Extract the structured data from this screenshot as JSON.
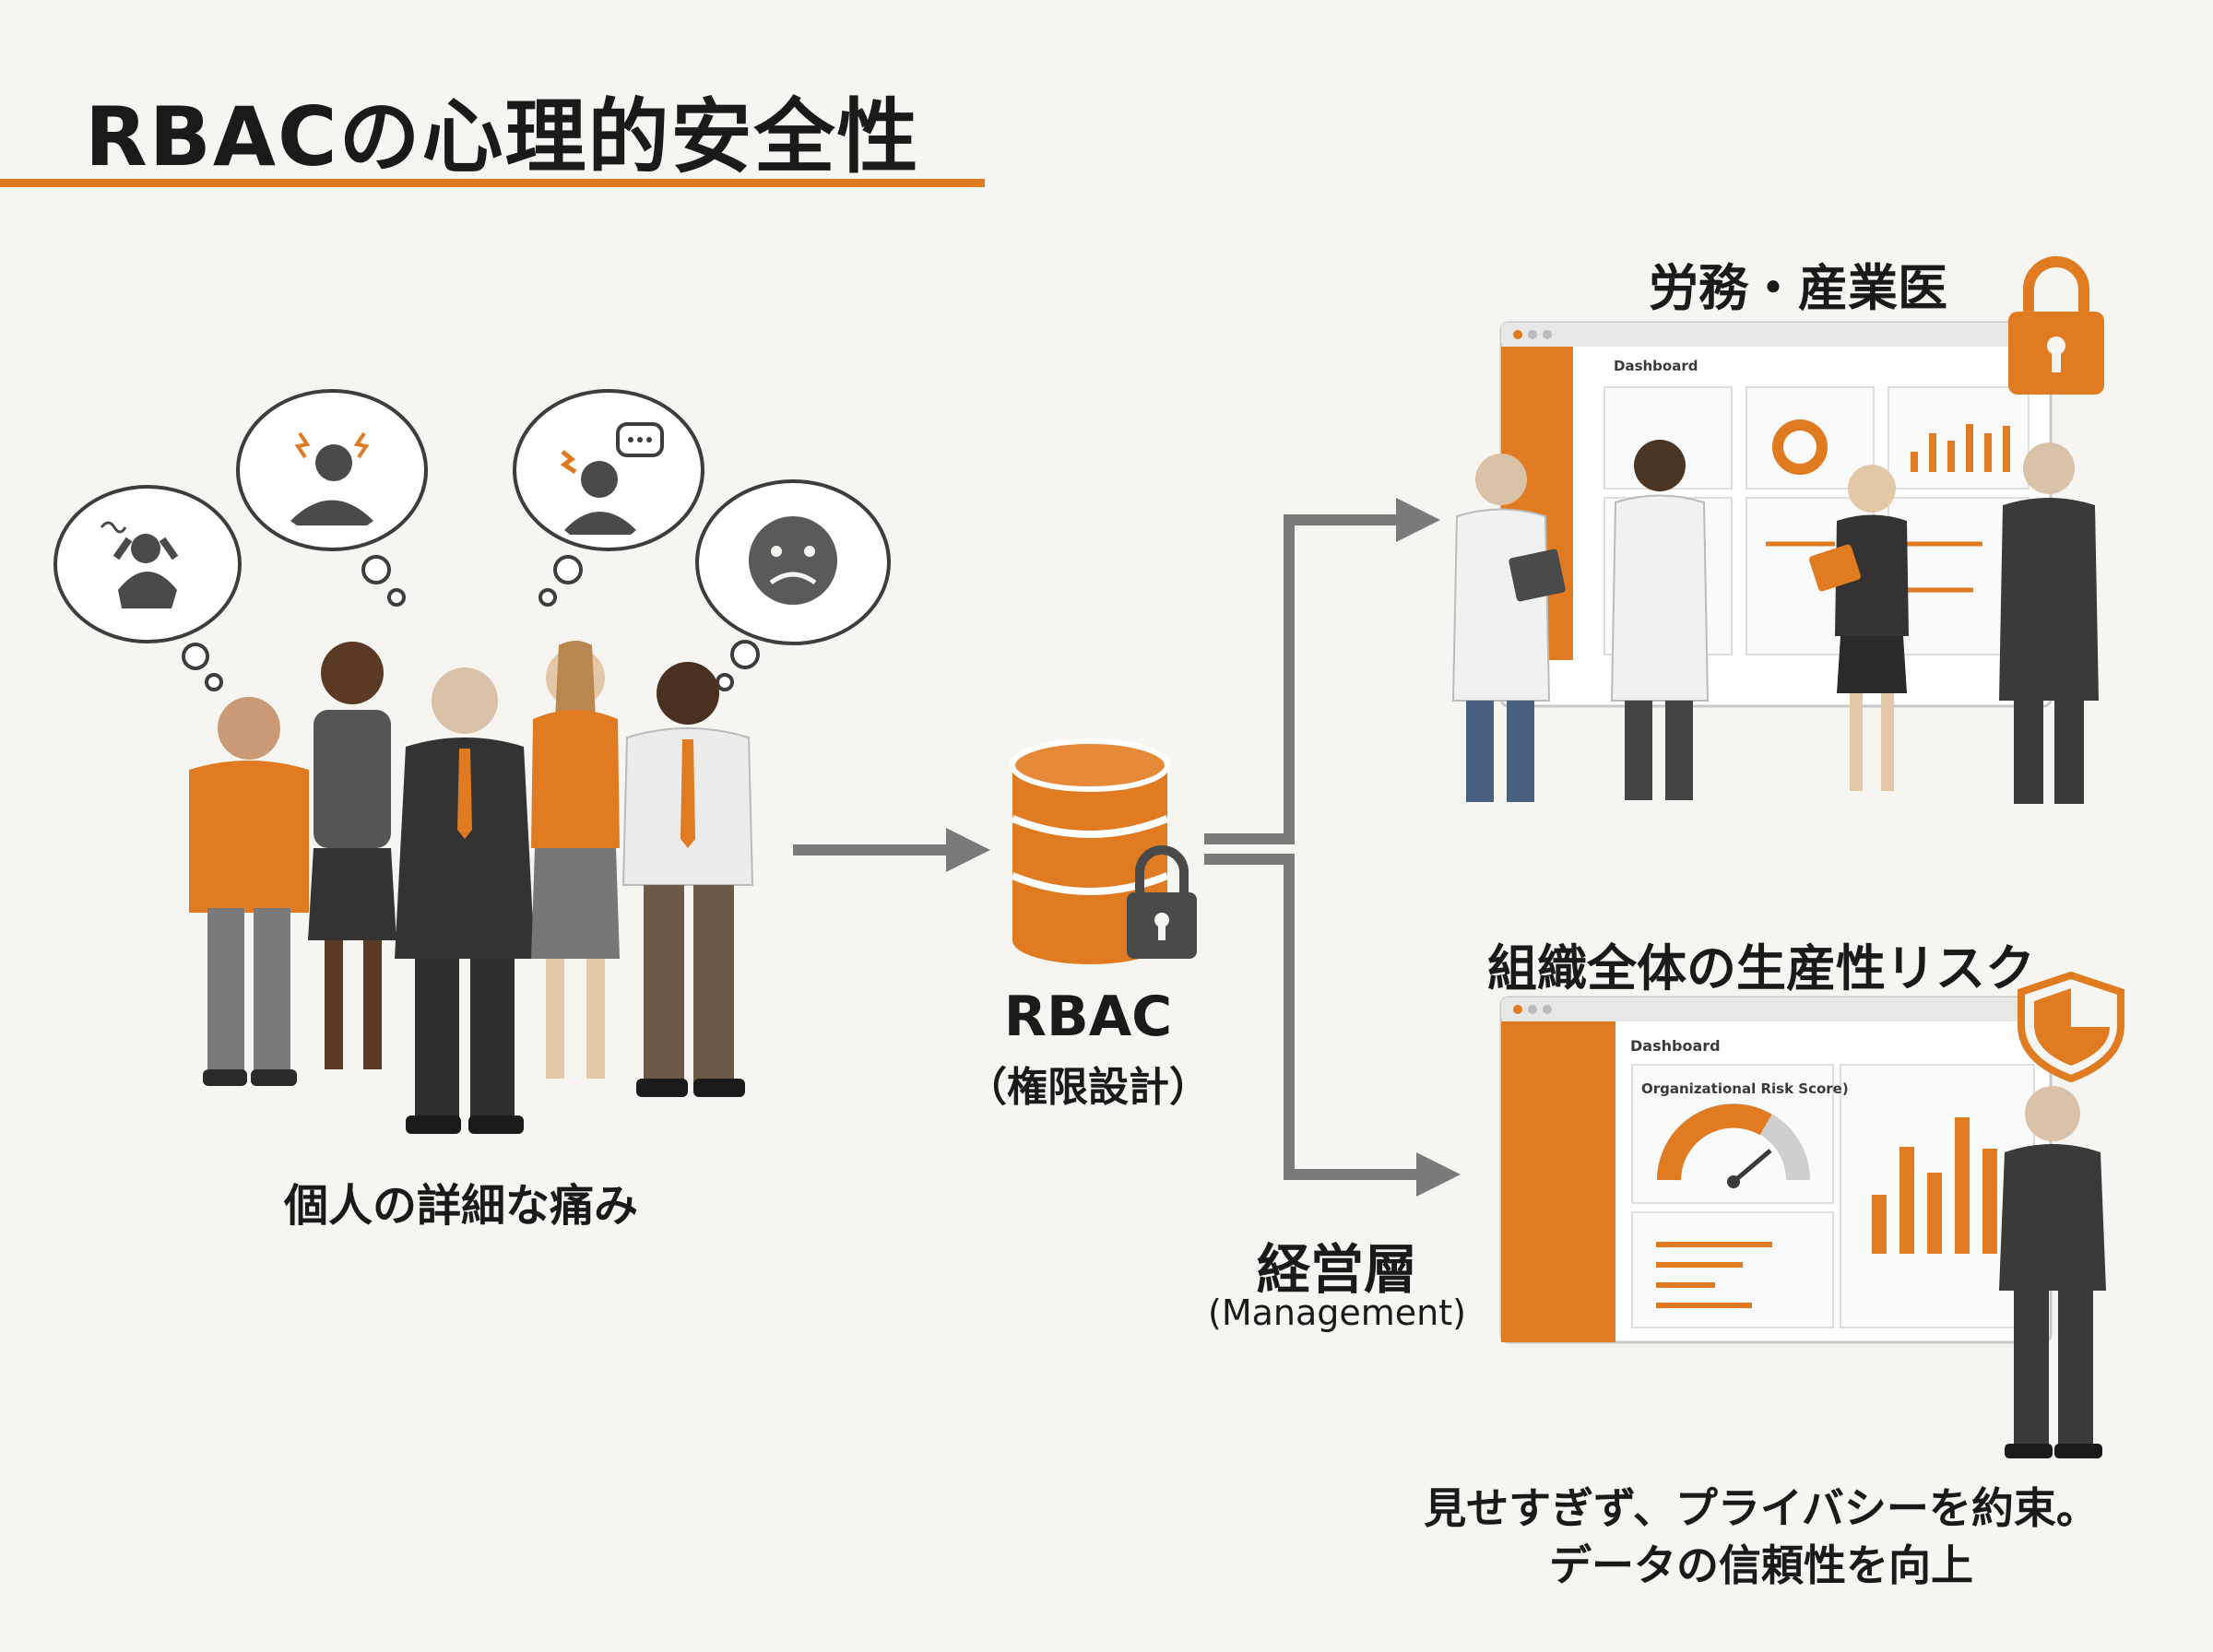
{
  "title": "RBACの心理的安全性",
  "people": {
    "label": "個人の詳細な痛み"
  },
  "rbac": {
    "label": "RBAC",
    "sublabel": "（権限設計）"
  },
  "hr_panel": {
    "label": "労務・産業医",
    "dashboard_title": "Dashboard"
  },
  "risk_panel": {
    "label": "組織全体の生産性リスク",
    "dashboard_title": "Dashboard",
    "card_title": "Organizational Risk Score)"
  },
  "management": {
    "label": "経営層",
    "sublabel": "(Management)"
  },
  "footer": {
    "line1": "見せすぎず、プライバシーを約束。",
    "line2": "データの信頼性を向上"
  },
  "colors": {
    "accent": "#e07b22",
    "dark": "#3d3d3d",
    "gray": "#7a7a7a",
    "background": "#f6f5f2"
  }
}
